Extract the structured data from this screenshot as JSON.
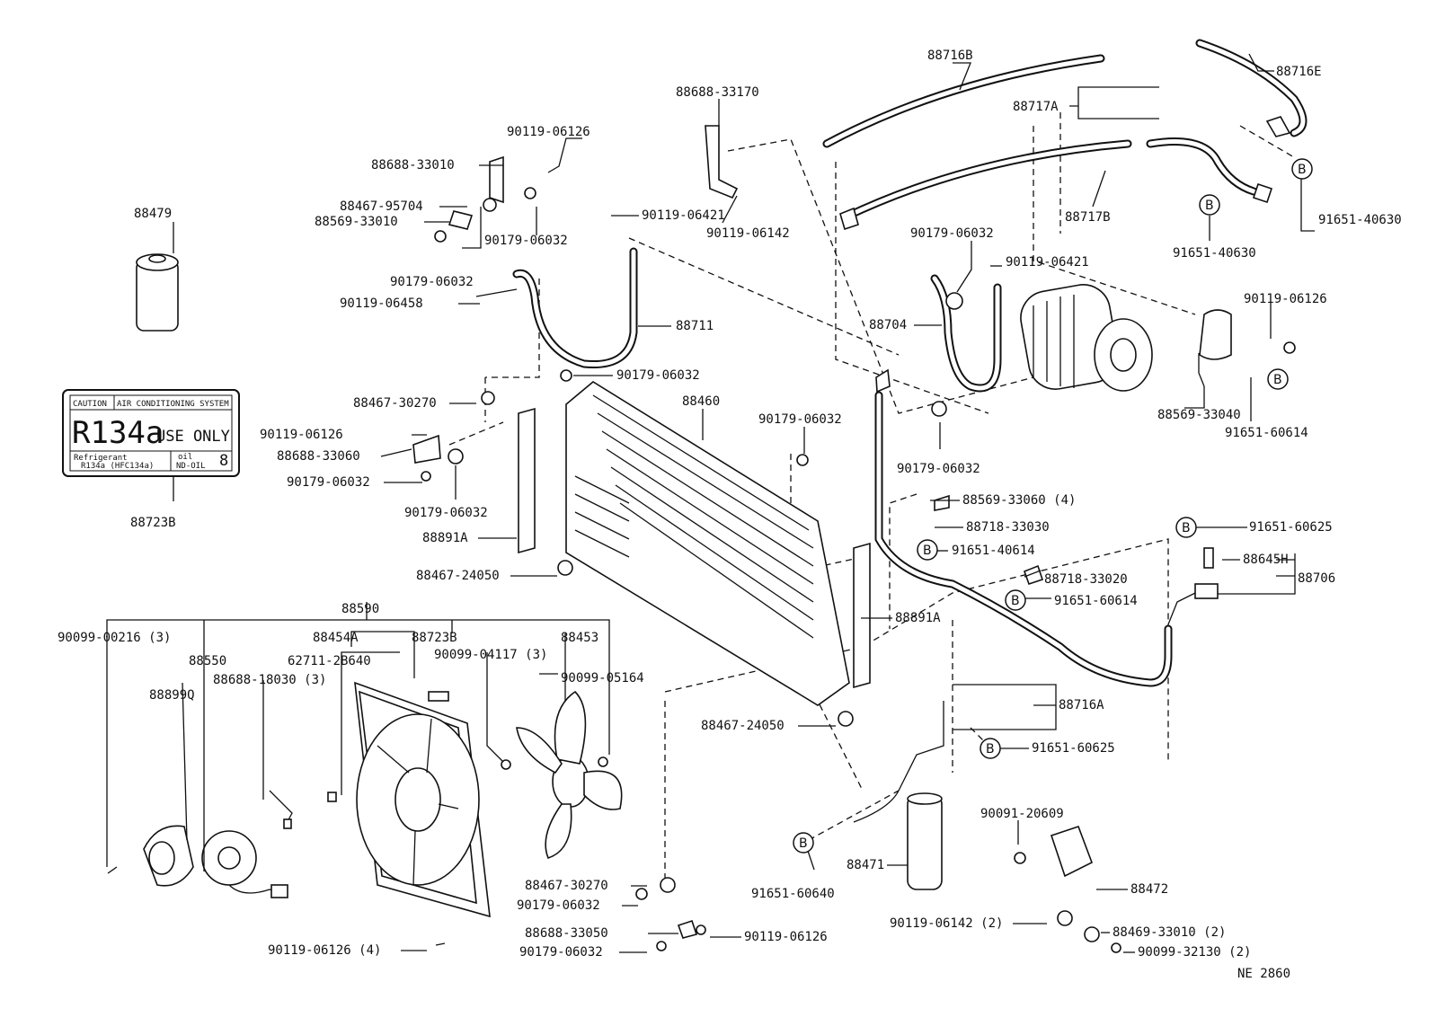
{
  "parts": {
    "p88716B": "88716B",
    "p88716E": "88716E",
    "p88688_33170": "88688-33170",
    "p88717A": "88717A",
    "p90119_06126_a": "90119-06126",
    "p88688_33010": "88688-33010",
    "p88467_95704": "88467-95704",
    "p88569_33010": "88569-33010",
    "p90179_06032_a": "90179-06032",
    "p90119_06421_a": "90119-06421",
    "p90119_06142": "90119-06142",
    "p88717B": "88717B",
    "p91651_40630_a": "91651-40630",
    "p91651_40630_b": "91651-40630",
    "p88479": "88479",
    "p90179_06032_b": "90179-06032",
    "p90119_06458": "90119-06458",
    "p88711": "88711",
    "p90179_06032_c": "90179-06032",
    "p90119_06421_b": "90119-06421",
    "p88704": "88704",
    "p90119_06126_b": "90119-06126",
    "p90179_06032_d": "90179-06032",
    "p88467_30270_a": "88467-30270",
    "p88460": "88460",
    "p88569_33040": "88569-33040",
    "p91651_60614_a": "91651-60614",
    "p90119_06126_c": "90119-06126",
    "p90179_06032_e": "90179-06032",
    "p88688_33060": "88688-33060",
    "p90179_06032_f": "90179-06032",
    "p90179_06032_g": "90179-06032",
    "p90179_06032_h": "90179-06032",
    "p88723B_a": "88723B",
    "p88891A_a": "88891A",
    "p88569_33060": "88569-33060 (4)",
    "p88718_33030": "88718-33030",
    "p91651_40614": "91651-40614",
    "p91651_60625_a": "91651-60625",
    "p88645H": "88645H",
    "p88467_24050_a": "88467-24050",
    "p88718_33020": "88718-33020",
    "p88706": "88706",
    "p91651_60614_b": "91651-60614",
    "p88590": "88590",
    "p90099_00216": "90099-00216 (3)",
    "p88454A": "88454A",
    "p88723B_b": "88723B",
    "p88453": "88453",
    "p88891A_b": "88891A",
    "p88550": "88550",
    "p62711_2B640": "62711-2B640",
    "p90099_04117": "90099-04117 (3)",
    "p88899Q": "88899Q",
    "p88688_18030": "88688-18030 (3)",
    "p90099_05164": "90099-05164",
    "p88716A": "88716A",
    "p88467_24050_b": "88467-24050",
    "p91651_60625_b": "91651-60625",
    "p90091_20609": "90091-20609",
    "p91651_60640": "91651-60640",
    "p88471": "88471",
    "p88472": "88472",
    "p88467_30270_b": "88467-30270",
    "p90179_06032_i": "90179-06032",
    "p90119_06142_2": "90119-06142 (2)",
    "p88469_33010": "88469-33010 (2)",
    "p88688_33050": "88688-33050",
    "p90119_06126_d": "90119-06126",
    "p90179_06032_j": "90179-06032",
    "p90099_32130": "90099-32130 (2)",
    "p90119_06126_e": "90119-06126 (4)",
    "ref": "NE 2860"
  },
  "b_marker": "B",
  "caution_label": {
    "caution": "CAUTION",
    "system": "AIR CONDITIONING SYSTEM",
    "r134a": "R134a",
    "use_only": "USE ONLY",
    "refrigerant": "Refrigerant",
    "refrigerant_value": "R134a (HFC134a)",
    "oil": "oil",
    "oil_value": "ND-OIL",
    "oil_num": "8"
  }
}
